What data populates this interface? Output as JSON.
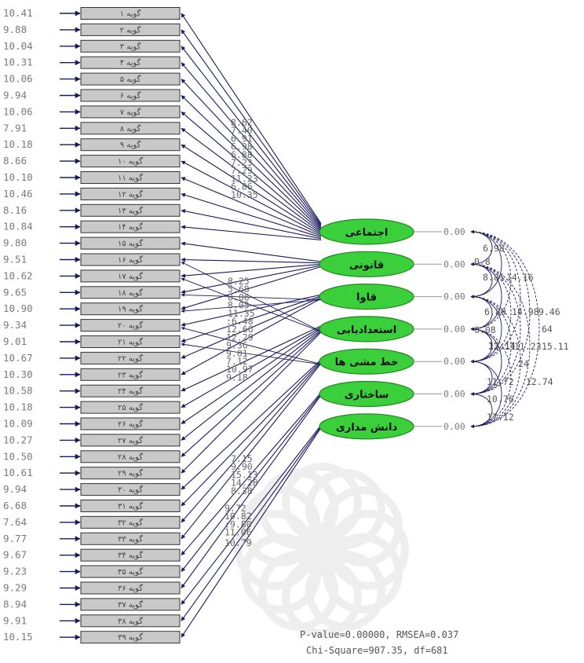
{
  "items": [
    {
      "label": "گویه ۱",
      "error": "10.41"
    },
    {
      "label": "گویه ۲",
      "error": "9.88"
    },
    {
      "label": "گویه ۳",
      "error": "10.04"
    },
    {
      "label": "گویه ۴",
      "error": "10.31"
    },
    {
      "label": "گویه ۵",
      "error": "10.06"
    },
    {
      "label": "گویه ۶",
      "error": "9.94"
    },
    {
      "label": "گویه ۷",
      "error": "10.06"
    },
    {
      "label": "گویه ۸",
      "error": "7.91"
    },
    {
      "label": "گویه ۹",
      "error": "10.18"
    },
    {
      "label": "گویه ۱۰",
      "error": "8.66"
    },
    {
      "label": "گویه ۱۱",
      "error": "10.10"
    },
    {
      "label": "گویه ۱۲",
      "error": "10.46"
    },
    {
      "label": "گویه ۱۳",
      "error": "8.16"
    },
    {
      "label": "گویه ۱۴",
      "error": "10.84"
    },
    {
      "label": "گویه ۱۵",
      "error": "9.80"
    },
    {
      "label": "گویه ۱۶",
      "error": "9.51"
    },
    {
      "label": "گویه ۱۷",
      "error": "10.62"
    },
    {
      "label": "گویه ۱۸",
      "error": "9.65"
    },
    {
      "label": "گویه ۱۹",
      "error": "10.90"
    },
    {
      "label": "گویه ۲۰",
      "error": "9.34"
    },
    {
      "label": "گویه ۲۱",
      "error": "9.01"
    },
    {
      "label": "گویه ۲۲",
      "error": "10.67"
    },
    {
      "label": "گویه ۲۳",
      "error": "10.30"
    },
    {
      "label": "گویه ۲۴",
      "error": "10.58"
    },
    {
      "label": "گویه ۲۵",
      "error": "10.18"
    },
    {
      "label": "گویه ۲۶",
      "error": "10.09"
    },
    {
      "label": "گویه ۲۷",
      "error": "10.27"
    },
    {
      "label": "گویه ۲۸",
      "error": "10.50"
    },
    {
      "label": "گویه ۲۹",
      "error": "10.61"
    },
    {
      "label": "گویه ۳۰",
      "error": "9.94"
    },
    {
      "label": "گویه ۳۱",
      "error": "6.68"
    },
    {
      "label": "گویه ۳۲",
      "error": "7.64"
    },
    {
      "label": "گویه ۳۳",
      "error": "9.77"
    },
    {
      "label": "گویه ۳۴",
      "error": "9.67"
    },
    {
      "label": "گویه ۳۵",
      "error": "9.23"
    },
    {
      "label": "گویه ۳۶",
      "error": "9.29"
    },
    {
      "label": "گویه ۳۷",
      "error": "8.94"
    },
    {
      "label": "گویه ۳۸",
      "error": "9.91"
    },
    {
      "label": "گویه ۳۹",
      "error": "10.15"
    }
  ],
  "latents": [
    {
      "label": "اجتماعی",
      "fixed": "0.00",
      "items": [
        1,
        2,
        3,
        4,
        5,
        6,
        7,
        8,
        9,
        10,
        11,
        12,
        13,
        14
      ],
      "loadings": [
        "8.62",
        "7.40",
        "6.91",
        "6.98",
        "6.88",
        "7.23",
        "7.29",
        "11.23",
        "6.86",
        "10.35"
      ]
    },
    {
      "label": "قانونی",
      "fixed": "0.00",
      "items": [
        15,
        16,
        17,
        18,
        19
      ],
      "loadings": []
    },
    {
      "label": "قاوا",
      "fixed": "0.00",
      "items": [
        20,
        21,
        22,
        23
      ],
      "loadings": [
        "8.25",
        "5.68",
        "8.06",
        "8.05",
        "11.35"
      ]
    },
    {
      "label": "استعدادیابی",
      "fixed": "0.00",
      "items": [
        24,
        25,
        26,
        27,
        28,
        29
      ],
      "loadings": [
        ":6.48",
        "12.66",
        "12.29",
        "9.36",
        "9.01",
        "7.12",
        "10.97",
        "9.18"
      ]
    },
    {
      "label": "خط مشی ها",
      "fixed": "0.00",
      "items": [
        30,
        31,
        32,
        33
      ],
      "loadings": [
        "7.15",
        "9.90",
        "15.13",
        "14.28",
        "8.38"
      ]
    },
    {
      "label": "ساختاری",
      "fixed": "0.00",
      "items": [
        34,
        35,
        36
      ],
      "loadings": [
        "9.72",
        "10.82",
        ":9.80",
        "11.06"
      ]
    },
    {
      "label": "دانش مداری",
      "fixed": "0.00",
      "items": [
        37,
        38,
        39
      ],
      "loadings": [
        "10.79"
      ]
    }
  ],
  "correlations": [
    "6.98",
    "8.81",
    "14.16",
    "6.89",
    "14.98",
    "9.46",
    "13.14",
    "64",
    "12.11",
    "11.23",
    "15.11",
    "11.72",
    "12.74",
    "10.76",
    "17.12",
    "24",
    "0.08",
    "0.8"
  ],
  "stats": {
    "line1": "P-value=0.00000, RMSEA=0.037",
    "line2": "Chi-Square=907.35, df=681"
  },
  "colors": {
    "item_fill": "#c9c9c9",
    "item_stroke": "#333333",
    "latent_fill": "#3ccf3c",
    "latent_stroke": "#1d8a1d",
    "arrow": "#1a1a5e"
  }
}
